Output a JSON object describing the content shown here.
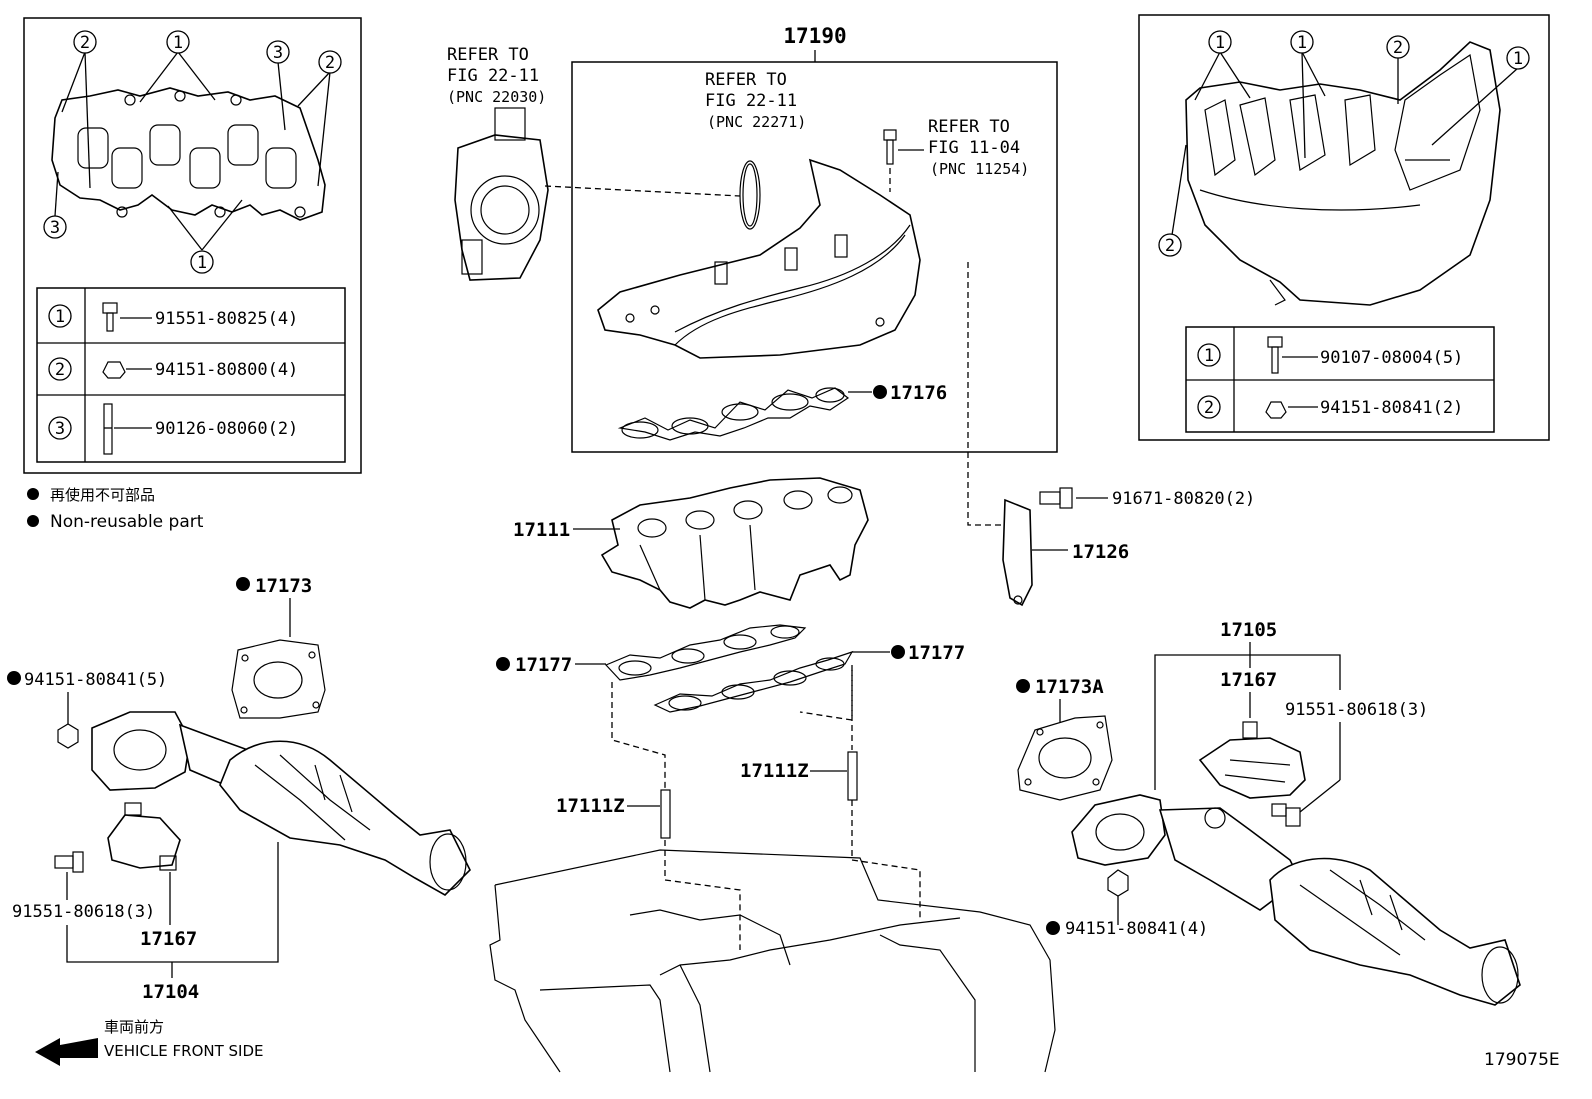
{
  "figure_id": "179075E",
  "legend": {
    "jp": "再使用不可部品",
    "en": "Non-reusable part"
  },
  "direction": {
    "jp": "車両前方",
    "en": "VEHICLE FRONT SIDE"
  },
  "left_inset": {
    "markers": [
      "1",
      "2",
      "3"
    ],
    "table": [
      {
        "num": "1",
        "part": "91551-80825(4)"
      },
      {
        "num": "2",
        "part": "94151-80800(4)"
      },
      {
        "num": "3",
        "part": "90126-08060(2)"
      }
    ]
  },
  "right_inset": {
    "markers": [
      "1",
      "2"
    ],
    "table": [
      {
        "num": "1",
        "part": "90107-08004(5)"
      },
      {
        "num": "2",
        "part": "94151-80841(2)"
      }
    ]
  },
  "refers": [
    {
      "line1": "REFER TO",
      "line2": "FIG 22-11",
      "line3": "(PNC 22030)"
    },
    {
      "line1": "REFER TO",
      "line2": "FIG 22-11",
      "line3": "(PNC 22271)"
    },
    {
      "line1": "REFER TO",
      "line2": "FIG 11-04",
      "line3": "(PNC 11254)"
    }
  ],
  "parts": {
    "p17190": "17190",
    "p17176": "17176",
    "p17111": "17111",
    "p17126": "17126",
    "p91671": "91671-80820(2)",
    "p17173": "17173",
    "p94151_5": "94151-80841(5)",
    "p17177_left": "17177",
    "p17177_right": "17177",
    "p17111z_left": "17111Z",
    "p17111z_right": "17111Z",
    "p91551_left": "91551-80618(3)",
    "p17167_left": "17167",
    "p17104": "17104",
    "p17105": "17105",
    "p17167_right": "17167",
    "p91551_right": "91551-80618(3)",
    "p17173a": "17173A",
    "p94151_4": "94151-80841(4)"
  }
}
